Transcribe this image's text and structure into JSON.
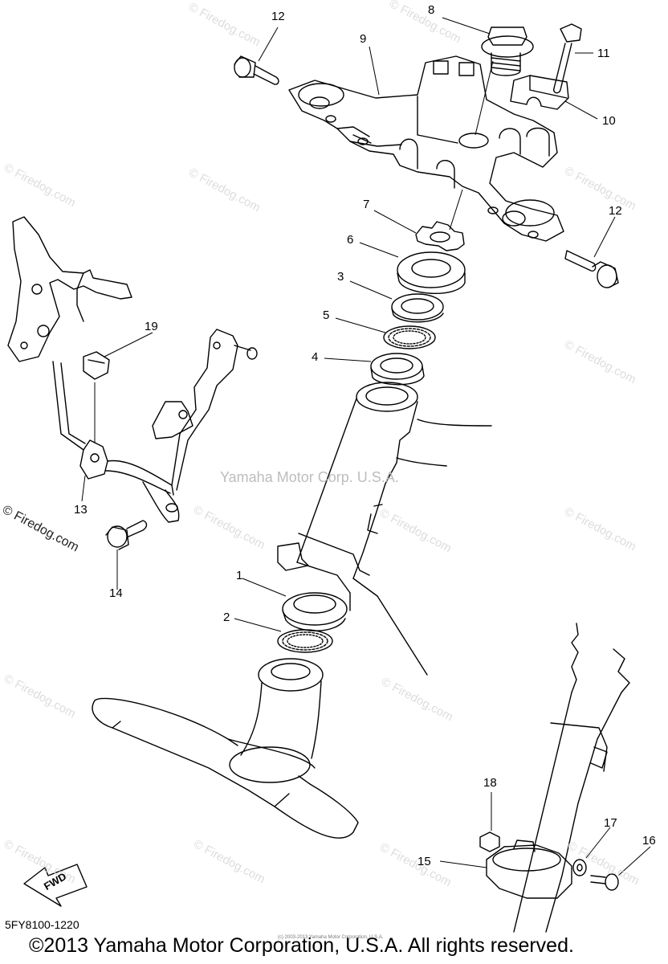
{
  "watermark": {
    "center_text": "Yamaha Motor Corp. U.S.A.",
    "firedog": "© Firedog.com"
  },
  "diagram_code": "5FY8100-1220",
  "copyright": "©2013 Yamaha Motor Corporation, U.S.A. All rights reserved.",
  "tiny_copyright": "(c) 2003-2013 Yamaha Motor Corporation, U.S.A.",
  "fwd_label": "FWD",
  "callouts": [
    "1",
    "2",
    "3",
    "4",
    "5",
    "6",
    "7",
    "8",
    "9",
    "10",
    "11",
    "12",
    "12",
    "13",
    "14",
    "15",
    "16",
    "17",
    "18",
    "19"
  ]
}
